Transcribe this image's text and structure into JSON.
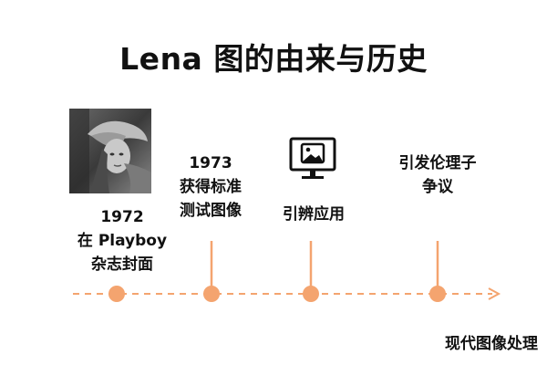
{
  "title": "Lena 图的由来与历史",
  "events": [
    {
      "year": "1972",
      "line1": "在 Playboy",
      "line2": "杂志封面"
    },
    {
      "year": "1973",
      "line1": "获得标准",
      "line2": "测试图像"
    },
    {
      "line1": "引辨应用"
    },
    {
      "line1": "引发伦理子",
      "line2": "争议"
    }
  ],
  "end_label": "现代图像处理",
  "icons": {
    "photo": "portrait-photo",
    "monitor": "monitor-image-icon"
  },
  "colors": {
    "accent": "#F4A46F",
    "text": "#111111"
  }
}
